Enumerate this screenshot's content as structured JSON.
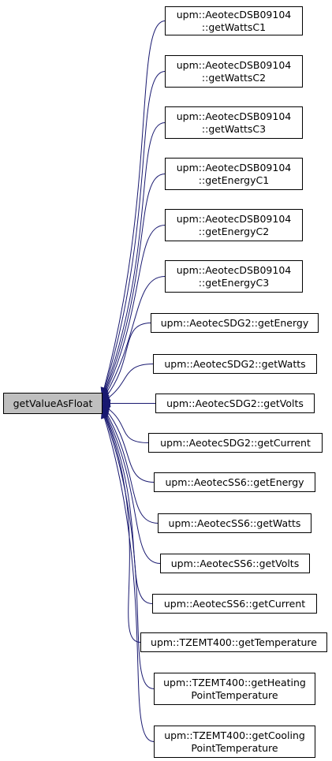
{
  "root": {
    "label": "getValueAsFloat"
  },
  "callers": [
    {
      "lines": [
        "upm::AeotecDSB09104",
        "::getWattsC1"
      ]
    },
    {
      "lines": [
        "upm::AeotecDSB09104",
        "::getWattsC2"
      ]
    },
    {
      "lines": [
        "upm::AeotecDSB09104",
        "::getWattsC3"
      ]
    },
    {
      "lines": [
        "upm::AeotecDSB09104",
        "::getEnergyC1"
      ]
    },
    {
      "lines": [
        "upm::AeotecDSB09104",
        "::getEnergyC2"
      ]
    },
    {
      "lines": [
        "upm::AeotecDSB09104",
        "::getEnergyC3"
      ]
    },
    {
      "lines": [
        "upm::AeotecSDG2::getEnergy"
      ]
    },
    {
      "lines": [
        "upm::AeotecSDG2::getWatts"
      ]
    },
    {
      "lines": [
        "upm::AeotecSDG2::getVolts"
      ]
    },
    {
      "lines": [
        "upm::AeotecSDG2::getCurrent"
      ]
    },
    {
      "lines": [
        "upm::AeotecSS6::getEnergy"
      ]
    },
    {
      "lines": [
        "upm::AeotecSS6::getWatts"
      ]
    },
    {
      "lines": [
        "upm::AeotecSS6::getVolts"
      ]
    },
    {
      "lines": [
        "upm::AeotecSS6::getCurrent"
      ]
    },
    {
      "lines": [
        "upm::TZEMT400::getTemperature"
      ]
    },
    {
      "lines": [
        "upm::TZEMT400::getHeating",
        "PointTemperature"
      ]
    },
    {
      "lines": [
        "upm::TZEMT400::getCooling",
        "PointTemperature"
      ]
    }
  ]
}
